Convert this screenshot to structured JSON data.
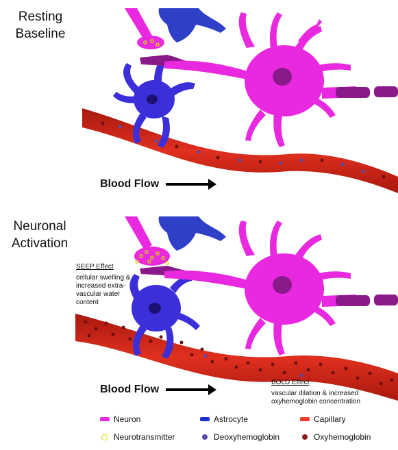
{
  "panels": {
    "resting": {
      "title_line1": "Resting",
      "title_line2": "Baseline"
    },
    "activation": {
      "title_line1": "Neuronal",
      "title_line2": "Activation"
    }
  },
  "flow_label": "Blood Flow",
  "seep": {
    "heading": "SEEP Effect",
    "text": "cellular swelling & increased extra-vascular water content"
  },
  "bold": {
    "heading": "BOLD Effect",
    "text": "vascular dilation & increased oxyhemoglobin concentration"
  },
  "legend": [
    {
      "label": "Neuron",
      "color": "#e829e0",
      "shape": "bar"
    },
    {
      "label": "Astrocyte",
      "color": "#1a2fcc",
      "shape": "bar"
    },
    {
      "label": "Capillary",
      "color": "#e8402a",
      "shape": "bar"
    },
    {
      "label": "Neurotransmitter",
      "color": "#d8d800",
      "shape": "ring"
    },
    {
      "label": "Deoxyhemoglobin",
      "color": "#5a4aa8",
      "shape": "dot"
    },
    {
      "label": "Oxyhemoglobin",
      "color": "#8b1a1a",
      "shape": "dot"
    }
  ],
  "colors": {
    "neuron": "#e829e0",
    "neuron_dark": "#8a1a8a",
    "astrocyte": "#3a2fd8",
    "capillary": "#d92a1c",
    "capillary_dark": "#a8180e"
  }
}
